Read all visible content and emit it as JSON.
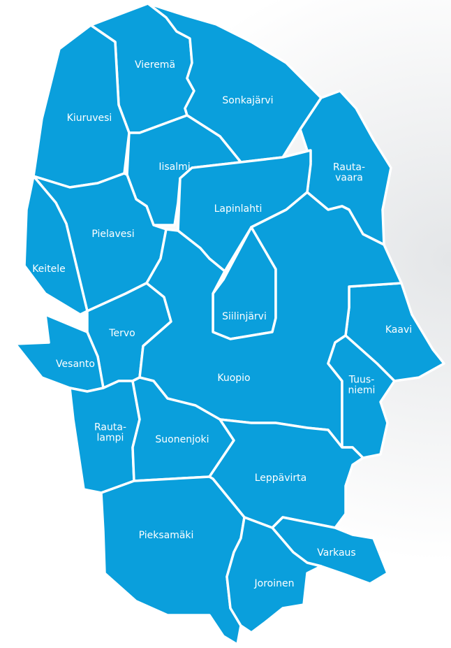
{
  "map": {
    "fill_color": "#0a9fdc",
    "border_color": "#ffffff",
    "background_color": "#ffffff",
    "municipalities": [
      {
        "id": "vierema",
        "name": [
          "Vieremä"
        ]
      },
      {
        "id": "kiuruvesi",
        "name": [
          "Kiuruvesi"
        ]
      },
      {
        "id": "sonkajarvi",
        "name": [
          "Sonkajärvi"
        ]
      },
      {
        "id": "iisalmi",
        "name": [
          "Iisalmi"
        ]
      },
      {
        "id": "rautavaara",
        "name": [
          "Rauta-",
          "vaara"
        ]
      },
      {
        "id": "lapinlahti",
        "name": [
          "Lapinlahti"
        ]
      },
      {
        "id": "pielavesi",
        "name": [
          "Pielavesi"
        ]
      },
      {
        "id": "keitele",
        "name": [
          "Keitele"
        ]
      },
      {
        "id": "siilinjarvi",
        "name": [
          "Siilinjärvi"
        ]
      },
      {
        "id": "tervo",
        "name": [
          "Tervo"
        ]
      },
      {
        "id": "kaavi",
        "name": [
          "Kaavi"
        ]
      },
      {
        "id": "vesanto",
        "name": [
          "Vesanto"
        ]
      },
      {
        "id": "kuopio",
        "name": [
          "Kuopio"
        ]
      },
      {
        "id": "tuusniemi",
        "name": [
          "Tuus-",
          "niemi"
        ]
      },
      {
        "id": "rautalampi",
        "name": [
          "Rauta-",
          "lampi"
        ]
      },
      {
        "id": "suonenjoki",
        "name": [
          "Suonenjoki"
        ]
      },
      {
        "id": "leppavirta",
        "name": [
          "Leppävirta"
        ]
      },
      {
        "id": "pieksamaki",
        "name": [
          "Pieksamäki"
        ]
      },
      {
        "id": "varkaus",
        "name": [
          "Varkaus"
        ]
      },
      {
        "id": "joroinen",
        "name": [
          "Joroinen"
        ]
      }
    ]
  }
}
